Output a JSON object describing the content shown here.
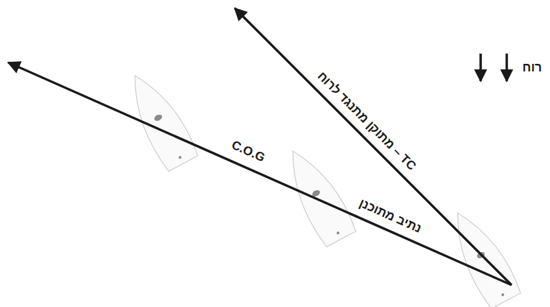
{
  "diagram": {
    "labels": [
      "רוח",
      "TC – מתוקן מתנגד לרוח",
      "C.O.G",
      "נתיב מתוכנן"
    ]
  }
}
